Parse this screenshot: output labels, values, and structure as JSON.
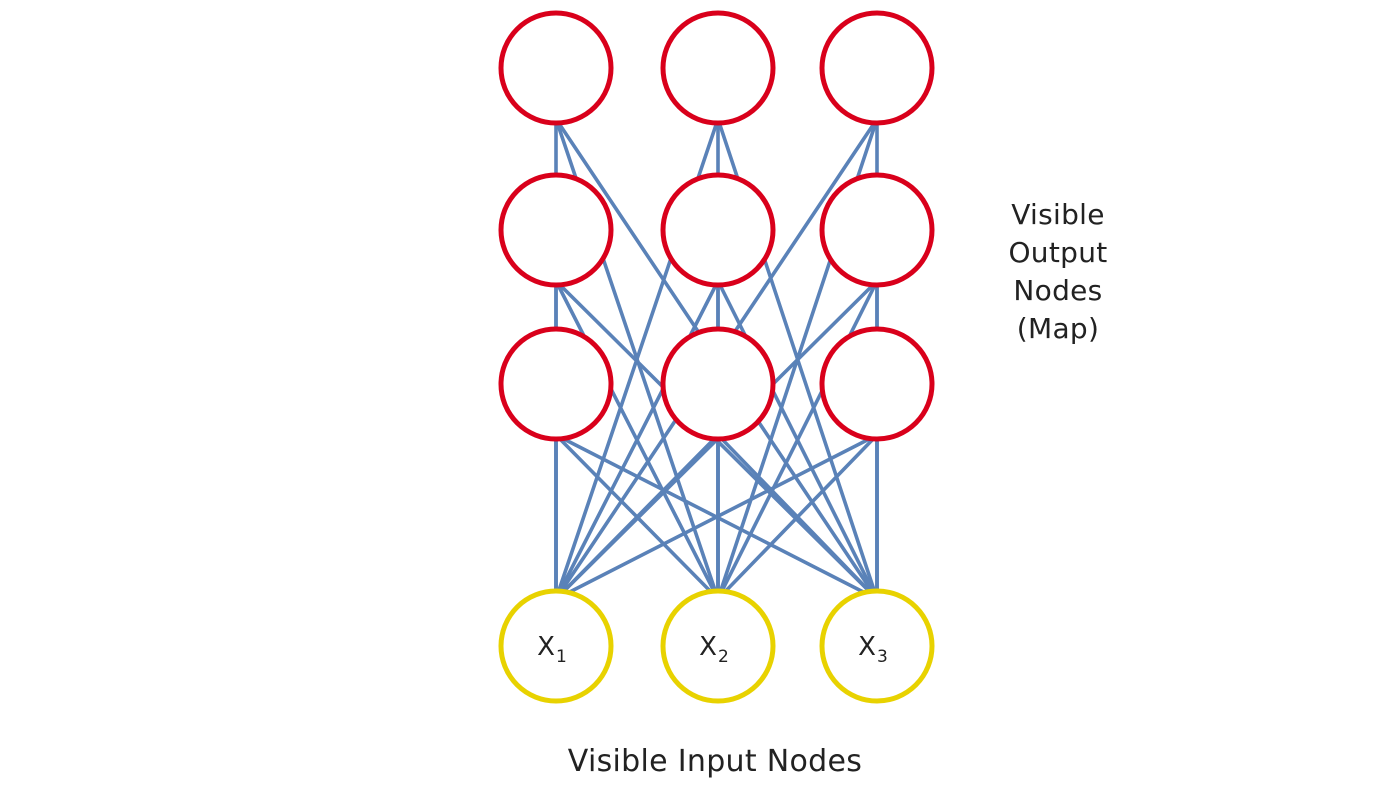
{
  "labels": {
    "output_nodes": [
      "Visible",
      "Output",
      "Nodes",
      "(Map)"
    ],
    "input_nodes": "Visible Input Nodes"
  },
  "input_nodes": [
    {
      "name": "x1",
      "letter": "X",
      "subscript": "1"
    },
    {
      "name": "x2",
      "letter": "X",
      "subscript": "2"
    },
    {
      "name": "x3",
      "letter": "X",
      "subscript": "3"
    }
  ],
  "output_grid": {
    "rows": 3,
    "cols": 3
  },
  "colors": {
    "output_node_stroke": "#d9001b",
    "input_node_stroke": "#e8d200",
    "edge": "#5a82b8",
    "text": "#222222",
    "background": "#ffffff"
  },
  "connectivity": "every input node connects to every output node"
}
